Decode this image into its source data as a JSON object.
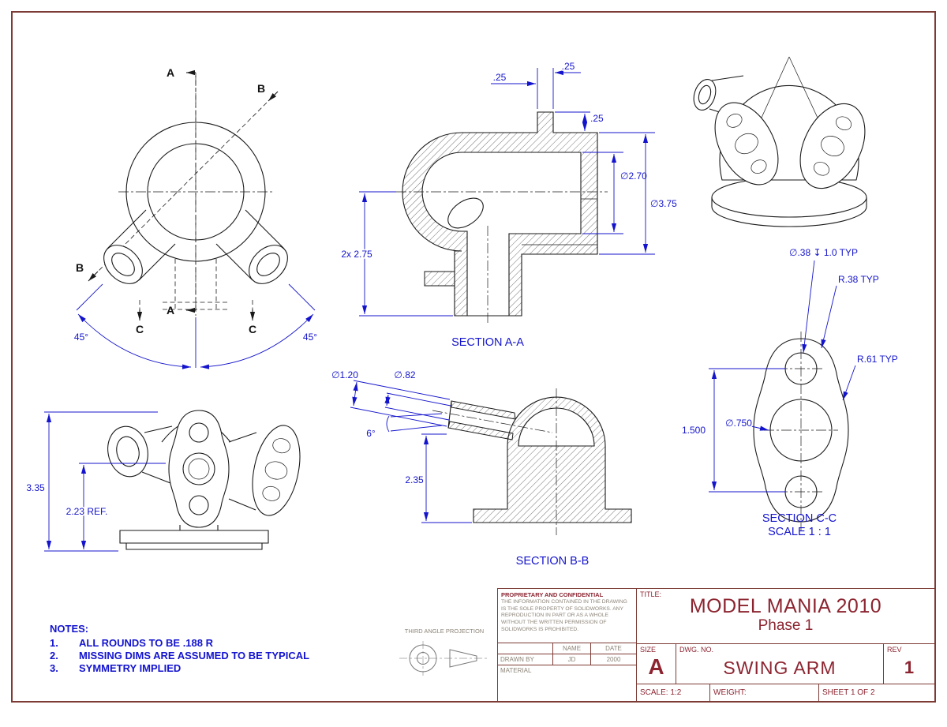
{
  "sheet": {
    "bg": "#ffffff",
    "border_color": "#7d3b35",
    "line_color": "#1a1a1a",
    "dim_color": "#1414cc",
    "accent_color": "#8c2430"
  },
  "front_view": {
    "label_a": "A",
    "label_b": "B",
    "label_c": "C",
    "dim_angle": "45°"
  },
  "section_aa": {
    "caption": "SECTION A-A",
    "dim_25": ".25",
    "dim_d270": "∅2.70",
    "dim_d375": "∅3.75",
    "dim_2x275": "2x 2.75"
  },
  "section_bb": {
    "caption": "SECTION B-B",
    "dim_d120": "∅1.20",
    "dim_d82": "∅.82",
    "dim_6": "6°",
    "dim_235": "2.35"
  },
  "section_cc": {
    "caption": "SECTION C-C",
    "scale_caption": "SCALE 1 : 1",
    "dim_d38": "∅.38 ↧ 1.0 TYP",
    "dim_r38": "R.38 TYP",
    "dim_r61": "R.61 TYP",
    "dim_1500": "1.500",
    "dim_d750": "∅.750"
  },
  "front_iso": {
    "dim_335": "3.35",
    "dim_223": "2.23 REF."
  },
  "notes": {
    "heading": "NOTES:",
    "items": [
      {
        "num": "1.",
        "text": "ALL ROUNDS TO BE .188 R"
      },
      {
        "num": "2.",
        "text": "MISSING DIMS ARE ASSUMED TO BE TYPICAL"
      },
      {
        "num": "3.",
        "text": "SYMMETRY IMPLIED"
      }
    ]
  },
  "title_block": {
    "projection_label": "THIRD ANGLE PROJECTION",
    "proprietary_heading": "PROPRIETARY AND CONFIDENTIAL",
    "proprietary_body": "THE INFORMATION CONTAINED IN THE DRAWING IS THE SOLE PROPERTY OF SOLIDWORKS.  ANY REPRODUCTION IN PART OR AS A WHOLE WITHOUT THE WRITTEN PERMISSION OF SOLIDWORKS IS PROHIBITED.",
    "approvals": {
      "name_header": "NAME",
      "date_header": "DATE",
      "drawn_by_label": "DRAWN BY",
      "drawn_by_name": "JD",
      "drawn_by_date": "2000",
      "material_label": "MATERIAL"
    },
    "title_label": "TITLE:",
    "title_line1": "MODEL MANIA 2010",
    "title_line2": "Phase 1",
    "size_label": "SIZE",
    "size_value": "A",
    "dwg_no_label": "DWG. NO.",
    "dwg_no_value": "SWING ARM",
    "rev_label": "REV",
    "rev_value": "1",
    "scale_text": "SCALE: 1:2",
    "weight_text": "WEIGHT:",
    "sheet_text": "SHEET 1 OF 2"
  }
}
